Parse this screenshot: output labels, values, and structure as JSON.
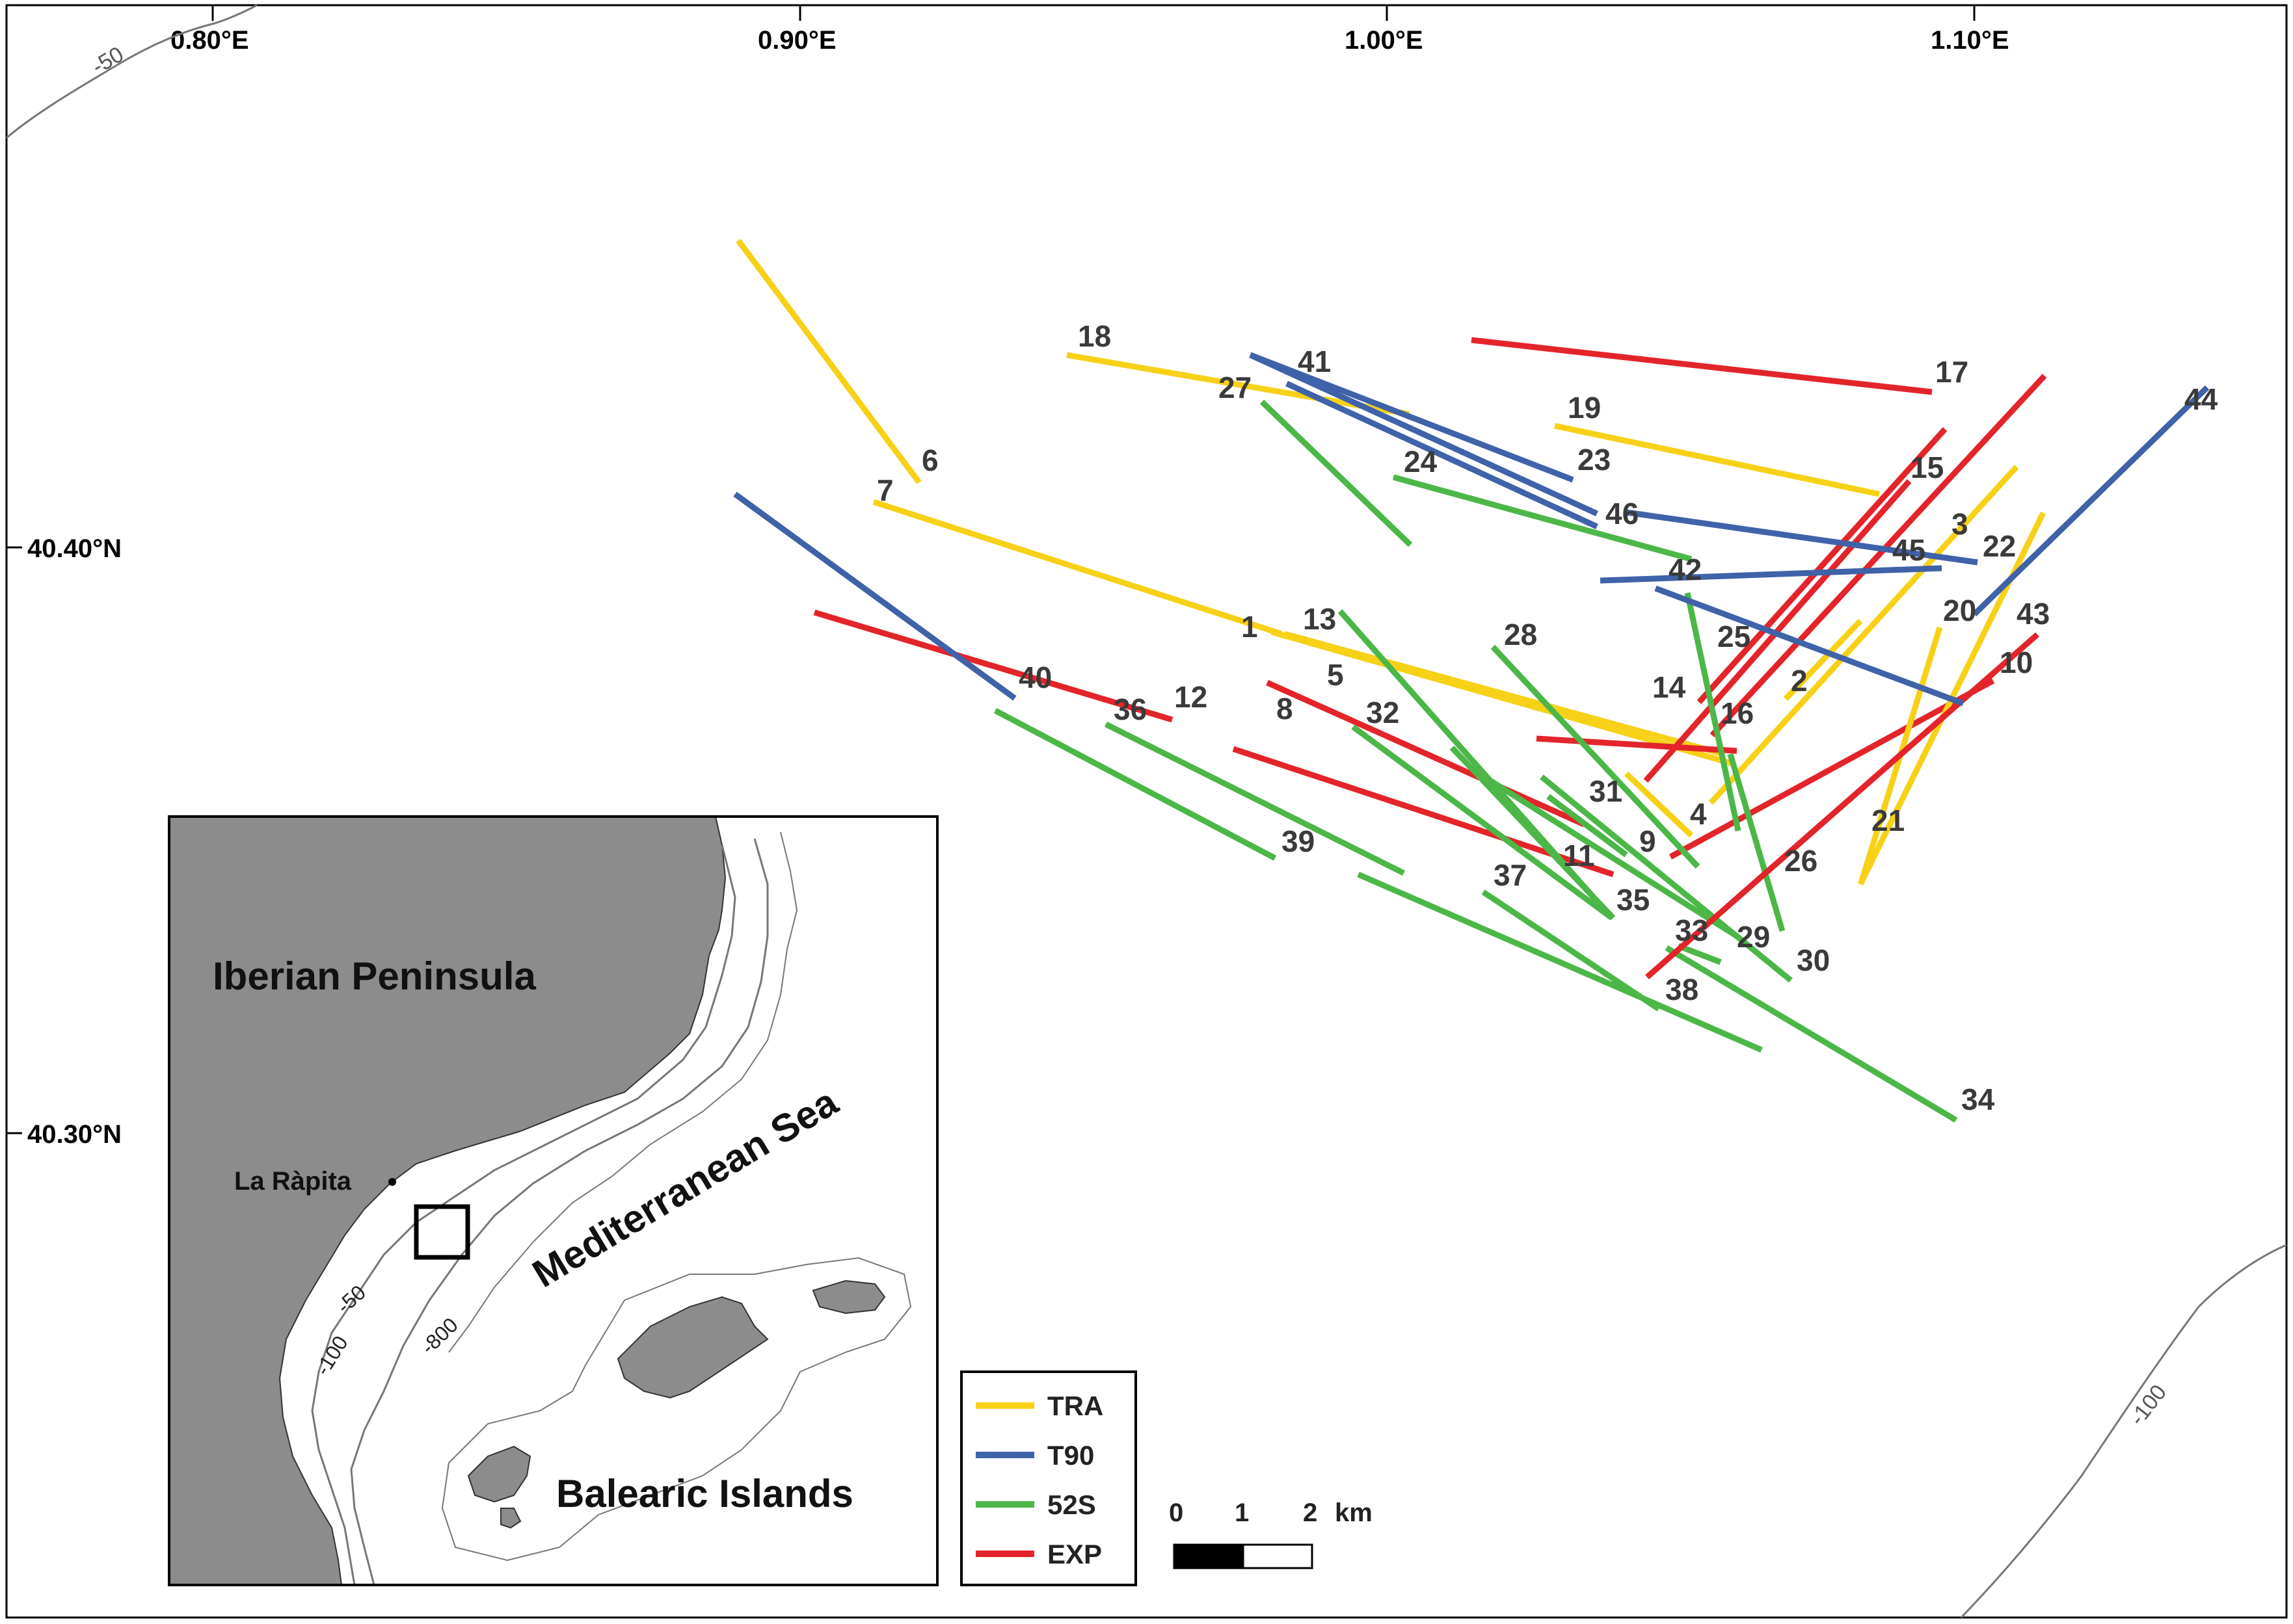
{
  "colors": {
    "TRA": "#f7d117",
    "T90": "#3f62a8",
    "52S": "#4cb748",
    "EXP": "#e3242b",
    "land": "#8c8c8c",
    "contour": "#777777"
  },
  "axes": {
    "longitudes": [
      "0.80°E",
      "0.90°E",
      "1.00°E",
      "1.10°E"
    ],
    "latitudes": [
      "40.40°N",
      "40.30°N"
    ]
  },
  "contours": {
    "main_top": "-50",
    "main_bottom_right": "-100"
  },
  "hauls": [
    {
      "id": "1",
      "gear": "TRA"
    },
    {
      "id": "2",
      "gear": "TRA"
    },
    {
      "id": "3",
      "gear": "TRA"
    },
    {
      "id": "4",
      "gear": "TRA"
    },
    {
      "id": "5",
      "gear": "TRA"
    },
    {
      "id": "6",
      "gear": "TRA"
    },
    {
      "id": "7",
      "gear": "TRA"
    },
    {
      "id": "8",
      "gear": "EXP"
    },
    {
      "id": "9",
      "gear": "EXP"
    },
    {
      "id": "10",
      "gear": "EXP"
    },
    {
      "id": "11",
      "gear": "EXP"
    },
    {
      "id": "12",
      "gear": "EXP"
    },
    {
      "id": "13",
      "gear": "52S"
    },
    {
      "id": "14",
      "gear": "EXP"
    },
    {
      "id": "15",
      "gear": "EXP"
    },
    {
      "id": "16",
      "gear": "EXP"
    },
    {
      "id": "17",
      "gear": "EXP"
    },
    {
      "id": "18",
      "gear": "TRA"
    },
    {
      "id": "19",
      "gear": "TRA"
    },
    {
      "id": "20",
      "gear": "TRA"
    },
    {
      "id": "21",
      "gear": "TRA"
    },
    {
      "id": "22",
      "gear": "T90"
    },
    {
      "id": "23",
      "gear": "T90"
    },
    {
      "id": "24",
      "gear": "52S"
    },
    {
      "id": "25",
      "gear": "52S"
    },
    {
      "id": "26",
      "gear": "52S"
    },
    {
      "id": "27",
      "gear": "52S"
    },
    {
      "id": "28",
      "gear": "52S"
    },
    {
      "id": "29",
      "gear": "52S"
    },
    {
      "id": "30",
      "gear": "52S"
    },
    {
      "id": "31",
      "gear": "52S"
    },
    {
      "id": "32",
      "gear": "52S"
    },
    {
      "id": "33",
      "gear": "52S"
    },
    {
      "id": "34",
      "gear": "52S"
    },
    {
      "id": "35",
      "gear": "52S"
    },
    {
      "id": "36",
      "gear": "52S"
    },
    {
      "id": "37",
      "gear": "52S"
    },
    {
      "id": "38",
      "gear": "52S"
    },
    {
      "id": "39",
      "gear": "52S"
    },
    {
      "id": "40",
      "gear": "T90"
    },
    {
      "id": "41",
      "gear": "T90"
    },
    {
      "id": "42",
      "gear": "T90"
    },
    {
      "id": "43",
      "gear": "EXP"
    },
    {
      "id": "44",
      "gear": "T90"
    },
    {
      "id": "45",
      "gear": "T90"
    },
    {
      "id": "46",
      "gear": "T90"
    }
  ],
  "legend": [
    {
      "label": "TRA"
    },
    {
      "label": "T90"
    },
    {
      "label": "52S"
    },
    {
      "label": "EXP"
    }
  ],
  "scale_bar": {
    "tick_0": "0",
    "tick_1": "1",
    "tick_2": "2",
    "unit": "km"
  },
  "inset": {
    "peninsula": "Iberian Peninsula",
    "sea": "Mediterranean Sea",
    "islands": "Balearic Islands",
    "town": "La Ràpita",
    "contour_50": "-50",
    "contour_100": "-100",
    "contour_800": "-800"
  }
}
